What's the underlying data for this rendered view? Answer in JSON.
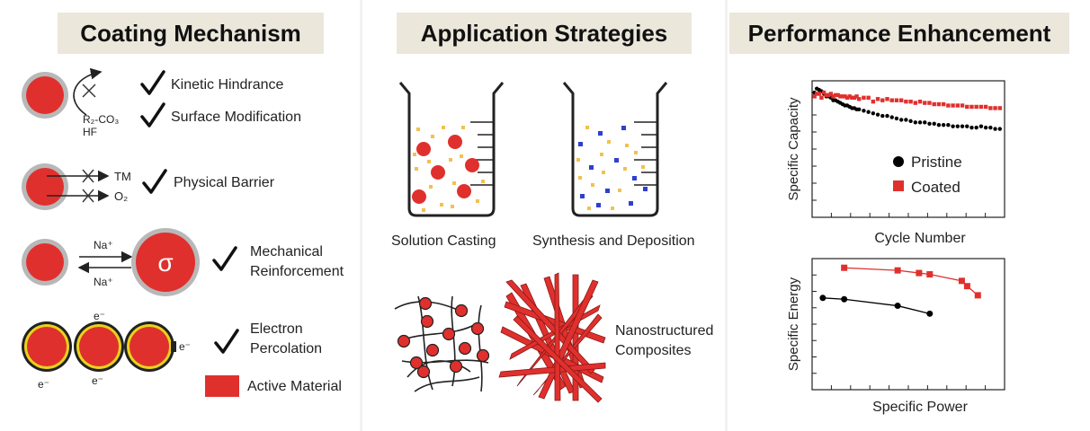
{
  "headers": {
    "coating": "Coating Mechanism",
    "application": "Application Strategies",
    "performance": "Performance Enhancement"
  },
  "coating": {
    "kinetic_hindrance": "Kinetic Hindrance",
    "surface_modification": "Surface Modification",
    "reactants_top": "R₂-CO₃",
    "reactants_bottom": "HF",
    "physical_barrier": "Physical Barrier",
    "tm_label": "TM",
    "o2_label": "O₂",
    "mechanical_line1": "Mechanical",
    "mechanical_line2": "Reinforcement",
    "na_top": "Na⁺",
    "na_bottom": "Na⁺",
    "sigma": "σ",
    "electron_line1": "Electron",
    "electron_line2": "Percolation",
    "electron_symbol": "e⁻",
    "active_material": "Active Material"
  },
  "application": {
    "solution_casting": "Solution Casting",
    "synthesis_deposition": "Synthesis and Deposition",
    "nanostructured_line1": "Nanostructured",
    "nanostructured_line2": "Composites"
  },
  "performance": {
    "capacity_chart": {
      "ylabel": "Specific Capacity",
      "xlabel": "Cycle Number",
      "legend_pristine": "Pristine",
      "legend_coated": "Coated"
    },
    "energy_chart": {
      "ylabel": "Specific Energy",
      "xlabel": "Specific Power"
    }
  },
  "colors": {
    "active_red": "#e0302d",
    "coating_gray": "#b8b8b8",
    "header_bg": "#ece7db",
    "particle_yellow": "#f2c14e",
    "particle_blue": "#2f3fd0",
    "electron_yellow": "#e8d21c"
  },
  "chart_data": [
    {
      "type": "scatter",
      "title": "",
      "xlabel": "Cycle Number",
      "ylabel": "Specific Capacity",
      "legend_placement": "center-right",
      "series": [
        {
          "name": "Pristine",
          "marker": "circle",
          "color": "#000000",
          "x": [
            1,
            2,
            3,
            4,
            5,
            6,
            7,
            8,
            9,
            10,
            11,
            12,
            13,
            14,
            15,
            16,
            17,
            18,
            19,
            20,
            22,
            24,
            26,
            28,
            30,
            32,
            34,
            36,
            38,
            40,
            42,
            44,
            46,
            48,
            50,
            52,
            54,
            56,
            58,
            60,
            62,
            64,
            66,
            68,
            70,
            72,
            74,
            76,
            78,
            80
          ],
          "y": [
            9.6,
            9.9,
            9.8,
            9.7,
            9.5,
            9.3,
            9.3,
            9.2,
            9.0,
            9.0,
            8.9,
            8.8,
            8.7,
            8.6,
            8.6,
            8.5,
            8.4,
            8.4,
            8.3,
            8.3,
            8.2,
            8.1,
            8.0,
            7.9,
            7.8,
            7.8,
            7.7,
            7.6,
            7.5,
            7.5,
            7.4,
            7.3,
            7.3,
            7.3,
            7.2,
            7.2,
            7.1,
            7.1,
            7.1,
            7.0,
            7.0,
            7.0,
            7.0,
            6.9,
            6.9,
            7.0,
            6.9,
            6.9,
            6.8,
            6.8
          ]
        },
        {
          "name": "Coated",
          "marker": "square",
          "color": "#e0302d",
          "x": [
            1,
            2,
            3,
            4,
            5,
            6,
            7,
            8,
            9,
            10,
            11,
            12,
            13,
            14,
            15,
            16,
            17,
            18,
            19,
            20,
            22,
            24,
            26,
            28,
            30,
            32,
            34,
            36,
            38,
            40,
            42,
            44,
            46,
            48,
            50,
            52,
            54,
            56,
            58,
            60,
            62,
            64,
            66,
            68,
            70,
            72,
            74,
            76,
            78,
            80
          ],
          "y": [
            9.3,
            9.5,
            9.5,
            9.2,
            9.6,
            9.4,
            9.4,
            9.5,
            9.3,
            9.4,
            9.4,
            9.3,
            9.3,
            9.3,
            9.2,
            9.3,
            9.2,
            9.2,
            9.3,
            9.1,
            9.2,
            9.2,
            8.9,
            9.1,
            9.0,
            9.1,
            9.0,
            9.0,
            9.0,
            8.9,
            8.9,
            8.8,
            8.9,
            8.8,
            8.8,
            8.7,
            8.7,
            8.7,
            8.6,
            8.6,
            8.6,
            8.6,
            8.5,
            8.5,
            8.5,
            8.5,
            8.5,
            8.4,
            8.4,
            8.4
          ]
        }
      ],
      "xlim": [
        0,
        82
      ],
      "ylim": [
        0,
        10.5
      ]
    },
    {
      "type": "line",
      "title": "",
      "xlabel": "Specific Power",
      "ylabel": "Specific Energy",
      "series": [
        {
          "marker": "circle",
          "color": "#000000",
          "x": [
            1,
            3,
            8,
            11
          ],
          "y": [
            7.0,
            6.9,
            6.4,
            5.8
          ]
        },
        {
          "marker": "square",
          "color": "#e0302d",
          "x": [
            3,
            8,
            10,
            11,
            14,
            14.5,
            15.5
          ],
          "y": [
            9.3,
            9.1,
            8.9,
            8.8,
            8.3,
            7.9,
            7.2
          ]
        }
      ],
      "xlim": [
        0,
        18
      ],
      "ylim": [
        0,
        10
      ]
    }
  ]
}
